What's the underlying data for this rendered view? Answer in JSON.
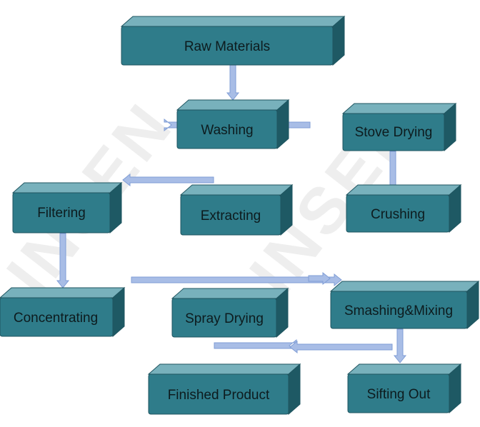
{
  "watermark": [
    "INSEN",
    "INSEN"
  ],
  "steps": {
    "raw_materials": "Raw Materials",
    "washing": "Washing",
    "stove_drying": "Stove Drying",
    "crushing": "Crushing",
    "extracting": "Extracting",
    "filtering": "Filtering",
    "concentrating": "Concentrating",
    "spray_drying": "Spray Drying",
    "smashing_mixing": "Smashing&Mixing",
    "sifting_out": "Sifting Out",
    "finished_product": "Finished Product"
  },
  "colors": {
    "box_face": "#2f7c8a",
    "box_top": "#78b1bc",
    "box_side": "#1e5964",
    "arrow": "#a8bde6"
  }
}
